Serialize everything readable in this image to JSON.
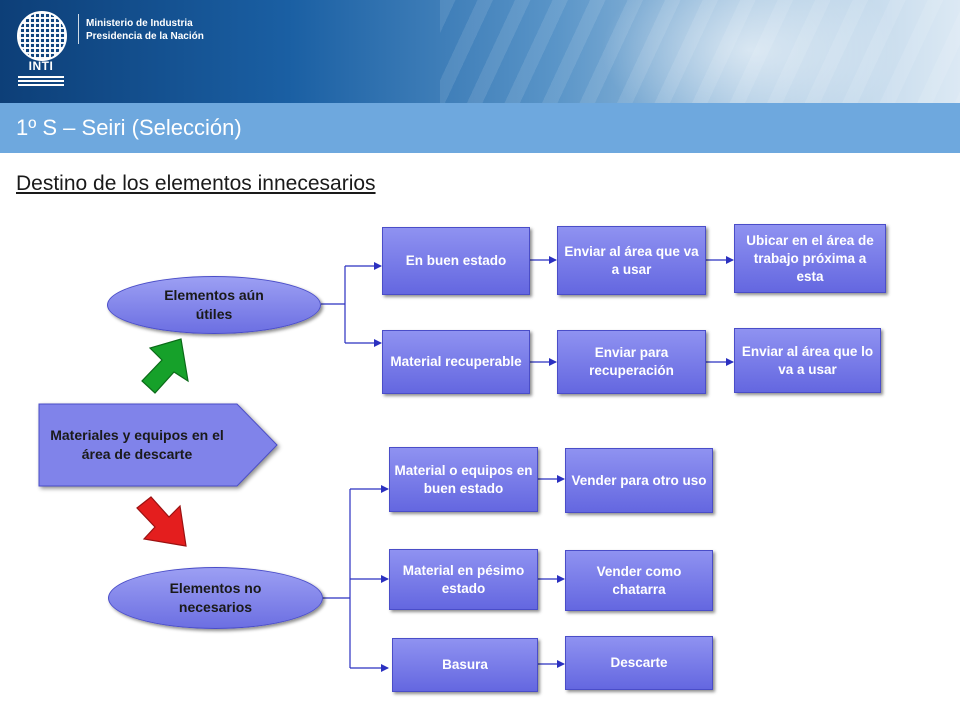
{
  "header": {
    "ministry_line1": "Ministerio de Industria",
    "ministry_line2": "Presidencia de la Nación",
    "logo_text": "INTI"
  },
  "slide": {
    "title": "1º S – Seiri (Selección)",
    "subtitle": "Destino de los elementos innecesarios"
  },
  "diagram": {
    "root": "Materiales y equipos en el área de descarte",
    "utiles": "Elementos aún útiles",
    "no_necesarios": "Elementos no necesarios",
    "buen_estado": "En buen estado",
    "enviar_area_usar": "Enviar al área que va a usar",
    "ubicar_area": "Ubicar en el área de trabajo próxima a esta",
    "material_recuperable": "Material recuperable",
    "enviar_recuperacion": "Enviar para recuperación",
    "enviar_area_lo": "Enviar al área que lo va a usar",
    "material_equipos_buen": "Material o equipos en buen estado",
    "vender_otro_uso": "Vender para otro uso",
    "material_pesimo": "Material en pésimo estado",
    "vender_chatarra": "Vender como chatarra",
    "basura": "Basura",
    "descarte": "Descarte"
  },
  "colors": {
    "box_fill": "#7a7de8",
    "box_border": "#4a4dc8",
    "connector": "#2b30c0",
    "up_arrow": "#16a12a",
    "down_arrow": "#e41e1e",
    "title_bar": "#6ea8de"
  }
}
